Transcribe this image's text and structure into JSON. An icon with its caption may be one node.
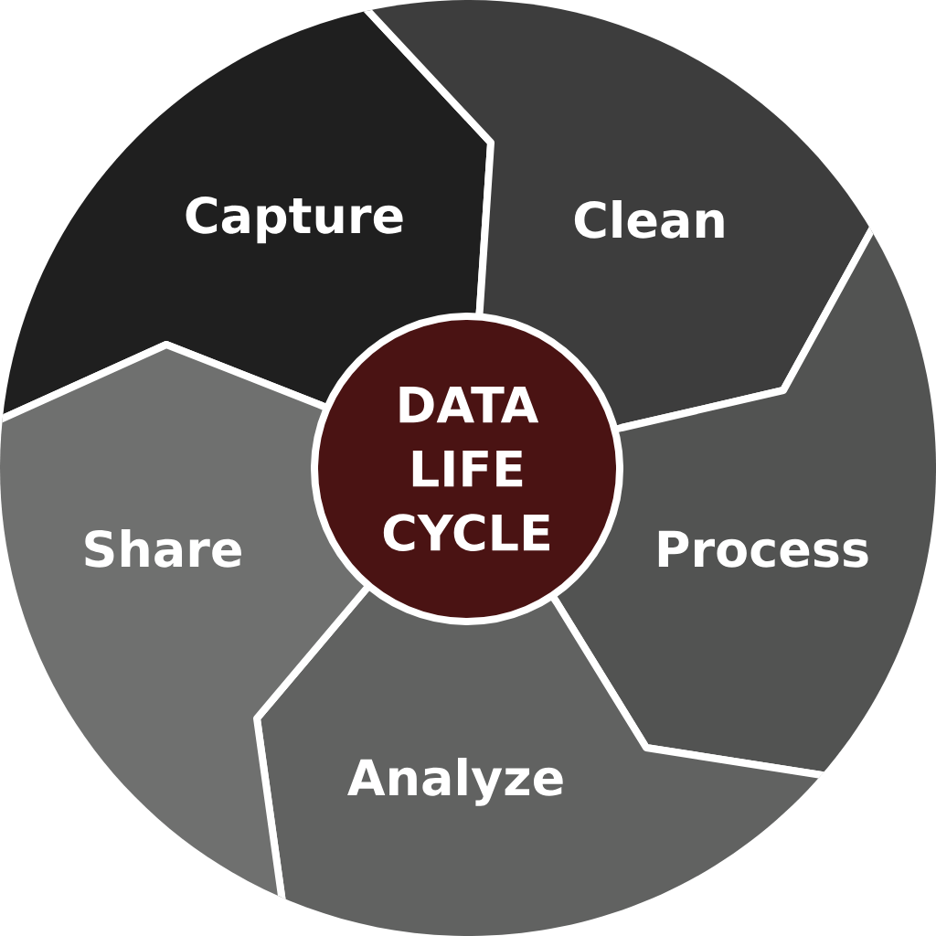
{
  "diagram": {
    "nodes": [
      {
        "text": [
          "Capture"
        ]
      },
      {
        "text": [
          "Clean"
        ]
      },
      {
        "text": [
          "Process"
        ]
      },
      {
        "text": [
          "Analyze"
        ]
      },
      {
        "text": [
          "Share"
        ]
      },
      {
        "text": [
          "DATA LIFE CYCLE"
        ]
      }
    ]
  }
}
